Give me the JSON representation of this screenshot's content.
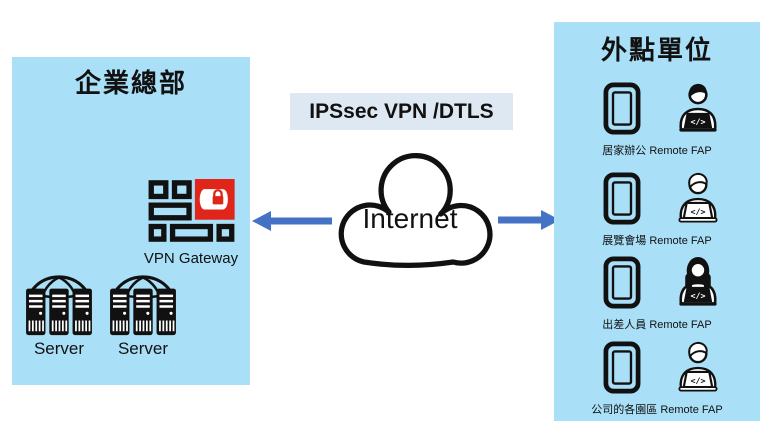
{
  "hq": {
    "title": "企業總部",
    "gateway": {
      "label": "VPN Gateway",
      "icon": "firewall-vpn-tunnel-icon"
    },
    "servers": [
      {
        "label": "Server",
        "icon": "server-farm-icon"
      },
      {
        "label": "Server",
        "icon": "server-farm-icon"
      }
    ]
  },
  "link": {
    "protocol_label": "IPSsec VPN /DTLS",
    "cloud_label": "Internet",
    "arrows": [
      "left-arrow-icon",
      "right-arrow-icon"
    ]
  },
  "remote": {
    "title": "外點單位",
    "rows": [
      {
        "label": "居家辦公 Remote FAP",
        "device_icon": "smartphone-icon",
        "person_icon": "remote-coder-dark-icon"
      },
      {
        "label": "展覽會場 Remote FAP",
        "device_icon": "smartphone-icon",
        "person_icon": "remote-coder-light-icon"
      },
      {
        "label": "出差人員 Remote FAP",
        "device_icon": "smartphone-icon",
        "person_icon": "remote-coder-female-icon"
      },
      {
        "label": "公司的各園區 Remote FAP",
        "device_icon": "smartphone-icon",
        "person_icon": "remote-coder-light-icon"
      }
    ]
  },
  "glyphs": {
    "laptop_code": "</>"
  },
  "colors": {
    "panel_blue": "#A9E0F7",
    "protocol_label_bg": "#DEE8F2",
    "arrow_blue": "#4472C4",
    "firewall_red": "#E0261A",
    "icon_black": "#111111",
    "cloud_fill": "#FFFFFF"
  }
}
